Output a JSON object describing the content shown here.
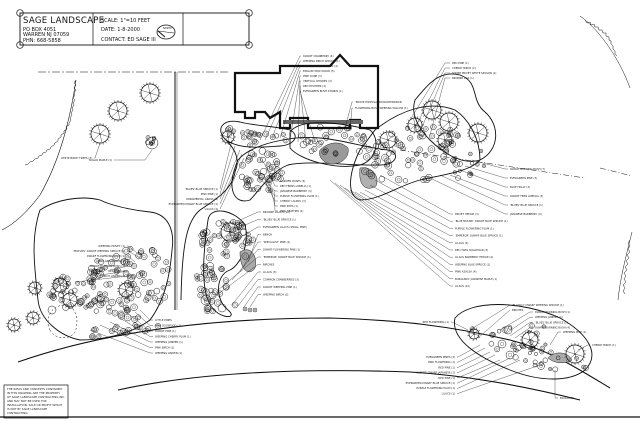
{
  "title_block": {
    "company": "SAGE LANDSCAPE",
    "address_line1": "PO BOX 4051",
    "address_line2": "WARREN NJ 07059",
    "phone": "PHN: 668-5858",
    "scale": "SCALE: 1\"=10 FEET",
    "date": "DATE: 1-8-2000",
    "contact": "CONTACT: ED SAGE III",
    "north_arrow_label": "NORTH"
  },
  "copyright_note": [
    "THE IDEAS AND CONCEPTS CONTAINED",
    "IN THIS DRAWING ARE THE PROPERTY",
    "OF SAGE LANDSCAPE CONTRACTING INC.",
    "AND MAY NOT BE USED FOR",
    "INSTALLATION, SALE OR PROFIT WHICH",
    "IS NOT BY SAGE LANDSCAPE",
    "CONTRACTING."
  ],
  "plant_labels": {
    "house_top": [
      "DWARF CRANBERRY (4)",
      "WEEPING BIRCH SPRUCE (1)",
      "'T.D.' RHODODENDRON (4)",
      "ENGLISH BOX WOOD (5)",
      "PINE CONE (3)",
      "VERTICAL RHODES (3)",
      "RED HEATHER (3)",
      "EVERGREEN BUSH STANDS (1)"
    ],
    "house_right": [
      "'PROVE EXCELSA' RHODODENDRON",
      "FLOWERING BUSH WEEPING WILLOW (1)"
    ],
    "upper_right": [
      "RED PINE (1)",
      "CHERRY BIRCH (2)",
      "SHORE PRIVET WHITE SEASON (1)",
      "BRONZE OAK (1)"
    ],
    "right_bed": [
      "DWARF BURNING BUSH (7)",
      "EVERGREEN PINE (3)",
      "BLUE HOLLY (3)",
      "DWARF FERN LOBELIA (3)",
      "'BLUES' BLUE SPRUCE (1)",
      "JAPANESE BARBERRY (4)"
    ],
    "right_list": [
      "PRIVET HEDGE (3)",
      "'BLUE MOUND' DWARF BLUE SPRUCE (1)",
      "PURPLE FLOWERING PLUM (1)",
      "'EMPEROR' DWARF BLUE SPRUCE (1)",
      "LILACS (4)",
      "RED TWIG DOGWOOD (3)",
      "LILACS BARBERRY HEDGE (4)",
      "WEEPING BLUE SPRUCE (1)",
      "PINK AZALEA (4)",
      "BURGUNDY JAPANESE MAPLE (1)",
      "LILACS (12)"
    ],
    "left_of_house": [
      "'BLUES' BLUE SPRUCE (1)",
      "PINK PINE (1)",
      "ORNAMENTAL GRASS (6)",
      "EVERGREEN DWARF BLUE SPRUCE (1)",
      "LILACS (4)"
    ],
    "center_bed": [
      "GARDEN ROSES (3)",
      "RED FERNS LOBELIA (1)",
      "JAPANESE BARBERRY (3)",
      "PURPLE FLOWERING PLUM (1)",
      "CHERRY LAUREL (3)",
      "PINE POPS (1)",
      "PINK HEATHER (1)"
    ],
    "lower_center": [
      "BRONZE LILACS (12)",
      "'BLUES' BLUE SPRUCE (1)",
      "EVERGREEN LILACS (SMALL PINE)",
      "BENCH",
      "'SPECIALIST' PINE (1)",
      "DWARF FLOWERING PINE (1)",
      "'EMPEROR' DWARF BLUE SPRUCE (1)",
      "BIRCHES",
      "LILACS (3)",
      "COMMON CRANBERRIES (3)",
      "DWARF WEEPING PINE (1)",
      "WEEPING BIRCH (3)"
    ],
    "left_bed": [
      "WEEPING PRIVET (1)",
      "'MICHAEL' DWARF WEEPING SPRUCE (1)",
      "DWARF FLOWERING PLUM (1)",
      "PINK GERANIUMS (1)",
      "DWARF BURNING BUSH (1)",
      "RED PINE (1)",
      "BIRCH LINDEN (1)",
      "LITTLE PINES",
      "PINK DOGWOOD (1)",
      "DWARF PINE (1)",
      "WEEPING CHERRY PLUM (1)",
      "WEEPING JUNIPER (1)",
      "PINK BIRCH (1)",
      "WEEPING LINDEN (1)"
    ],
    "left_trees": [
      "WHITE BIRCH TREES (3)",
      "SUGAR MAPLE (1)",
      "PINK BIRCH (1)"
    ],
    "lower_right": [
      "'BLACKLY' DWARF WEEPING SPRUCE (1)",
      "BIRCHES",
      "RED FLOWERING (1)",
      "DWARF BURNING BUSH (1)",
      "WEEPING JUNIPER (1)",
      "'BLUES' BLUE SPRUCE (1)",
      "DWARF BURNING BUSH (4)",
      "WEEPING PINE (1)",
      "CHERRY BIRCH (1)",
      "EVERGREEN PINES (4)",
      "PINK FLOWERING (1)",
      "RED PINE (1)",
      "'ALBERT' DWARF JAPANESE (1)",
      "RED PINE (1)",
      "EVERGREEN DWARF BLUE SPRUCE (1)",
      "PURPLE FLOWERING PLUM (1)",
      "LILACS (1)",
      "BOULDERS"
    ]
  }
}
